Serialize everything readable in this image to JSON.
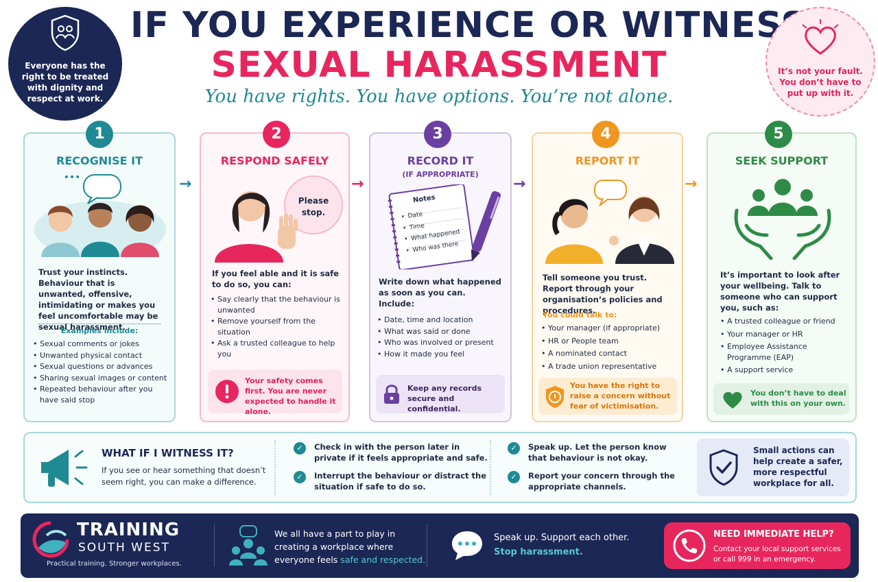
{
  "header": {
    "left_badge": "Everyone has the right to be treated with dignity and respect at work.",
    "title_line1": "IF YOU EXPERIENCE OR WITNESS",
    "title_line2": "SEXUAL HARASSMENT",
    "subtitle": "You have rights. You have options. You’re not alone.",
    "right_badge": "It’s not your fault. You don’t have to put up with it."
  },
  "steps": [
    {
      "number": "1",
      "title": "RECOGNISE IT",
      "speech": "•••",
      "body": "Trust your instincts. Behaviour that is unwanted, offensive, intimidating or makes you feel uncomfortable may be sexual harassment.",
      "examples_label": "Examples include:",
      "bullets": [
        "Sexual comments or jokes",
        "Unwanted physical contact",
        "Sexual questions or advances",
        "Sharing sexual images or content",
        "Repeated behaviour after you have said stop"
      ]
    },
    {
      "number": "2",
      "title": "RESPOND SAFELY",
      "speech": "Please stop.",
      "body": "If you feel able and it is safe to do so, you can:",
      "bullets": [
        "Say clearly that the behaviour is unwanted",
        "Remove yourself from the situation",
        "Ask a trusted colleague to help you"
      ],
      "note": "Your safety comes first. You are never expected to handle it alone."
    },
    {
      "number": "3",
      "title": "RECORD IT",
      "subtitle": "(IF APPROPRIATE)",
      "notepad_title": "Notes",
      "notepad_items": [
        "Date",
        "Time",
        "What happened",
        "Who was there"
      ],
      "body": "Write down what happened as soon as you can. Include:",
      "bullets": [
        "Date, time and location",
        "What was said or done",
        "Who was involved or present",
        "How it made you feel"
      ],
      "note": "Keep any records secure and confidential."
    },
    {
      "number": "4",
      "title": "REPORT IT",
      "speech": "•••",
      "body": "Tell someone you trust. Report through your organisation’s policies and procedures.",
      "talk_label": "You could talk to:",
      "bullets": [
        "Your manager (if appropriate)",
        "HR or People team",
        "A nominated contact",
        "A trade union representative"
      ],
      "note": "You have the right to raise a concern without fear of victimisation."
    },
    {
      "number": "5",
      "title": "SEEK SUPPORT",
      "body": "It’s important to look after your wellbeing. Talk to someone who can support you, such as:",
      "bullets": [
        "A trusted colleague or friend",
        "Your manager or HR",
        "Employee Assistance Programme (EAP)",
        "A support service"
      ],
      "note": "You don’t have to deal with this on your own."
    }
  ],
  "witness": {
    "title": "WHAT IF I WITNESS IT?",
    "text": "If you see or hear something that doesn’t seem right, you can make a difference.",
    "checks": [
      "Check in with the person later in private if it feels appropriate and safe.",
      "Interrupt the behaviour or distract the situation if safe to do so.",
      "Speak up. Let the person know that behaviour is not okay.",
      "Report your concern through the appropriate channels."
    ],
    "callout": "Small actions can help create a safer, more respectful workplace for all."
  },
  "footer": {
    "brand_line1": "TRAINING",
    "brand_line2": "SOUTH WEST",
    "tagline": "Practical training. Stronger workplaces.",
    "msg1_a": "We all have a part to play in creating a workplace where everyone feels ",
    "msg1_b": "safe and respected.",
    "msg2_a": "Speak up. Support each other.",
    "msg2_b": "Stop harassment.",
    "help_title": "NEED IMMEDIATE HELP?",
    "help_text": "Contact your local support services or call 999 in an emergency."
  },
  "colors": {
    "navy": "#1b2754",
    "pink": "#e8265e",
    "teal": "#1f8a94",
    "purple": "#6a3fa0",
    "orange": "#f0961e",
    "green": "#2e8b47"
  }
}
